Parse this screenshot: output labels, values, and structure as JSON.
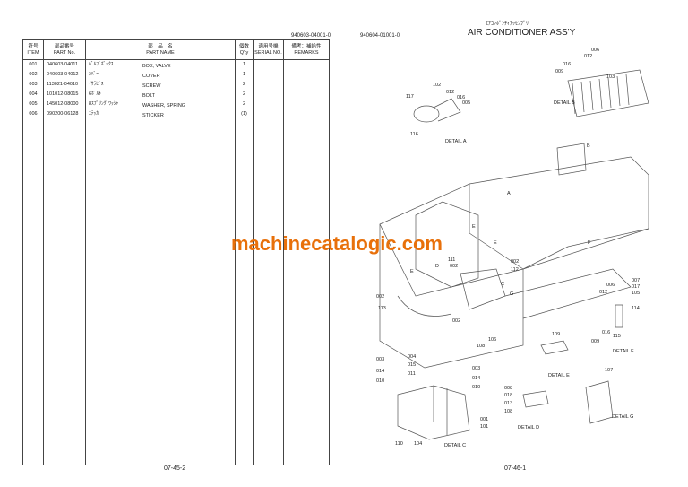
{
  "left_page": {
    "doc_number": "940603-04001-0",
    "headers": [
      {
        "jp": "符号",
        "en": "ITEM"
      },
      {
        "jp": "部品番号",
        "en": "PART No."
      },
      {
        "jp": "部　品　名",
        "en": "PART NAME"
      },
      {
        "jp": "個数",
        "en": "Q'ty"
      },
      {
        "jp": "適用号機",
        "en": "SERIAL NO."
      },
      {
        "jp": "備考：補給性",
        "en": "REMARKS"
      }
    ],
    "rows": [
      {
        "item": "001",
        "part_no": "040603-04011",
        "name_jp": "ﾊﾞﾙﾌﾞﾎﾞｯｸｽ",
        "name_en": "BOX, VALVE",
        "qty": "1"
      },
      {
        "item": "002",
        "part_no": "040603-04012",
        "name_jp": "ｶﾊﾞｰ",
        "name_en": "COVER",
        "qty": "1"
      },
      {
        "item": "003",
        "part_no": "113021-04010",
        "name_jp": "ｲｻﾗﾋﾞｽ",
        "name_en": "SCREW",
        "qty": "2"
      },
      {
        "item": "004",
        "part_no": "101012-08015",
        "name_jp": "6ﾎﾞﾙﾄ",
        "name_en": "BOLT",
        "qty": "2"
      },
      {
        "item": "005",
        "part_no": "145012-08000",
        "name_jp": "8ｽﾌﾟﾘﾝｸﾞﾜｯｼｬ",
        "name_en": "WASHER, SPRING",
        "qty": "2"
      },
      {
        "item": "006",
        "part_no": "090200-06128",
        "name_jp": "ｽﾃｯｶ",
        "name_en": "STICKER",
        "qty": "(1)"
      }
    ],
    "page_number": "07-45-2"
  },
  "right_page": {
    "doc_number": "940604-01001-0",
    "title_jp": "ｴｱｺﾝﾎﾞﾝﾃｨｱｯｾﾝﾌﾞﾘ",
    "title": "AIR CONDITIONER ASS'Y",
    "callouts": [
      "006",
      "012",
      "016",
      "009",
      "103",
      "102",
      "012",
      "016",
      "117",
      "005",
      "DETAIL B",
      "116",
      "DETAIL A",
      "B",
      "A",
      "E",
      "F",
      "E",
      "111",
      "002",
      "D",
      "002",
      "112",
      "E",
      "C",
      "007",
      "006",
      "017",
      "012",
      "105",
      "002",
      "G",
      "113",
      "114",
      "002",
      "109",
      "016",
      "115",
      "009",
      "106",
      "108",
      "DETAIL F",
      "004",
      "003",
      "015",
      "003",
      "107",
      "014",
      "011",
      "014",
      "DETAIL E",
      "010",
      "010",
      "008",
      "018",
      "013",
      "108",
      "DETAIL G",
      "001",
      "101",
      "DETAIL D",
      "110",
      "104",
      "DETAIL C"
    ],
    "page_number": "07-46-1"
  },
  "watermark": "machinecatalogic.com"
}
